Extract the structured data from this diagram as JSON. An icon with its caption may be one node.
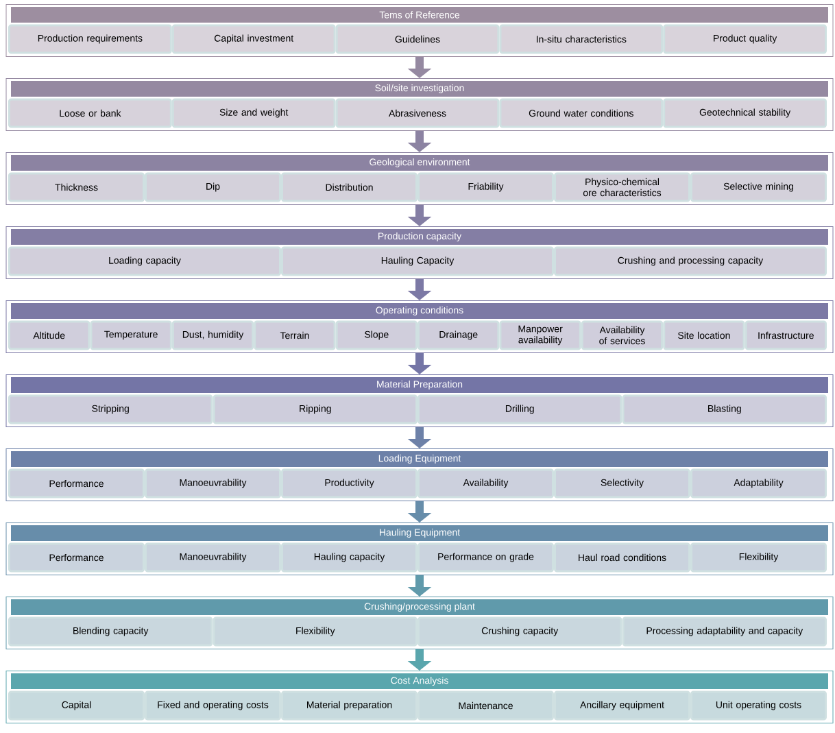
{
  "diagram": {
    "nodes": [
      {
        "text": [
          "Tems of Reference"
        ]
      },
      {
        "text": [
          "Production requirements"
        ],
        "in": 0
      },
      {
        "text": [
          "Capital investment"
        ],
        "in": 0
      },
      {
        "text": [
          "Guidelines"
        ],
        "in": 0
      },
      {
        "text": [
          "In-situ characteristics"
        ],
        "in": 0
      },
      {
        "text": [
          "Product quality"
        ],
        "in": 0
      },
      {
        "text": [
          "Soil/site investigation"
        ]
      },
      {
        "text": [
          "Loose or bank"
        ],
        "in": 6
      },
      {
        "text": [
          "Size and weight"
        ],
        "in": 6
      },
      {
        "text": [
          "Abrasiveness"
        ],
        "in": 6
      },
      {
        "text": [
          "Ground water conditions"
        ],
        "in": 6
      },
      {
        "text": [
          "Geotechnical stability"
        ],
        "in": 6
      },
      {
        "text": [
          "Geological environment"
        ]
      },
      {
        "text": [
          "Thickness"
        ],
        "in": 12
      },
      {
        "text": [
          "Dip"
        ],
        "in": 12
      },
      {
        "text": [
          "Distribution"
        ],
        "in": 12
      },
      {
        "text": [
          "Friability"
        ],
        "in": 12
      },
      {
        "text": [
          "Physico-chemical ore characteristics"
        ],
        "in": 12
      },
      {
        "text": [
          "Selective mining"
        ],
        "in": 12
      },
      {
        "text": [
          "Production capacity"
        ]
      },
      {
        "text": [
          "Loading capacity"
        ],
        "in": 19
      },
      {
        "text": [
          "Hauling Capacity"
        ],
        "in": 19
      },
      {
        "text": [
          "Crushing and processing capacity"
        ],
        "in": 19
      },
      {
        "text": [
          "Operating conditions"
        ]
      },
      {
        "text": [
          "Altitude"
        ],
        "in": 23
      },
      {
        "text": [
          "Temperature"
        ],
        "in": 23
      },
      {
        "text": [
          "Dust, humidity"
        ],
        "in": 23
      },
      {
        "text": [
          "Terrain"
        ],
        "in": 23
      },
      {
        "text": [
          "Slope"
        ],
        "in": 23
      },
      {
        "text": [
          "Drainage"
        ],
        "in": 23
      },
      {
        "text": [
          "Manpower availability"
        ],
        "in": 23
      },
      {
        "text": [
          "Availability of services"
        ],
        "in": 23
      },
      {
        "text": [
          "Site location"
        ],
        "in": 23
      },
      {
        "text": [
          "Infrastructure"
        ],
        "in": 23
      },
      {
        "text": [
          "Material Preparation"
        ]
      },
      {
        "text": [
          "Stripping"
        ],
        "in": 34
      },
      {
        "text": [
          "Ripping"
        ],
        "in": 34
      },
      {
        "text": [
          "Drilling"
        ],
        "in": 34
      },
      {
        "text": [
          "Blasting"
        ],
        "in": 34
      },
      {
        "text": [
          "Loading Equipment"
        ]
      },
      {
        "text": [
          "Performance"
        ],
        "in": 39
      },
      {
        "text": [
          "Manoeuvrability"
        ],
        "in": 39
      },
      {
        "text": [
          "Productivity"
        ],
        "in": 39
      },
      {
        "text": [
          "Availability"
        ],
        "in": 39
      },
      {
        "text": [
          "Selectivity"
        ],
        "in": 39
      },
      {
        "text": [
          "Adaptability"
        ],
        "in": 39
      },
      {
        "text": [
          "Hauling Equipment"
        ]
      },
      {
        "text": [
          "Performance"
        ],
        "in": 46
      },
      {
        "text": [
          "Manoeuvrability"
        ],
        "in": 46
      },
      {
        "text": [
          "Hauling capacity"
        ],
        "in": 46
      },
      {
        "text": [
          "Performance on grade"
        ],
        "in": 46
      },
      {
        "text": [
          "Haul road conditions"
        ],
        "in": 46
      },
      {
        "text": [
          "Flexibility"
        ],
        "in": 46
      },
      {
        "text": [
          "Crushing/processing plant"
        ]
      },
      {
        "text": [
          "Blending capacity"
        ],
        "in": 53
      },
      {
        "text": [
          "Flexibility"
        ],
        "in": 53
      },
      {
        "text": [
          "Crushing capacity"
        ],
        "in": 53
      },
      {
        "text": [
          "Processing adaptability and capacity"
        ],
        "in": 53
      },
      {
        "text": [
          "Cost Analysis"
        ]
      },
      {
        "text": [
          "Capital"
        ],
        "in": 58
      },
      {
        "text": [
          "Fixed and operating costs"
        ],
        "in": 58
      },
      {
        "text": [
          "Material preparation"
        ],
        "in": 58
      },
      {
        "text": [
          "Maintenance"
        ],
        "in": 58
      },
      {
        "text": [
          "Ancillary equipment"
        ],
        "in": 58
      },
      {
        "text": [
          "Unit operating costs"
        ],
        "in": 58
      }
    ],
    "edges": [
      {
        "from": 0,
        "to": 6,
        "arrow": "to"
      },
      {
        "from": 6,
        "to": 12,
        "arrow": "to"
      },
      {
        "from": 12,
        "to": 19,
        "arrow": "to"
      },
      {
        "from": 19,
        "to": 23,
        "arrow": "to"
      },
      {
        "from": 23,
        "to": 34,
        "arrow": "to"
      },
      {
        "from": 34,
        "to": 39,
        "arrow": "to"
      },
      {
        "from": 39,
        "to": 46,
        "arrow": "to"
      },
      {
        "from": 46,
        "to": 53,
        "arrow": "to"
      },
      {
        "from": 53,
        "to": 58,
        "arrow": "to"
      }
    ]
  }
}
